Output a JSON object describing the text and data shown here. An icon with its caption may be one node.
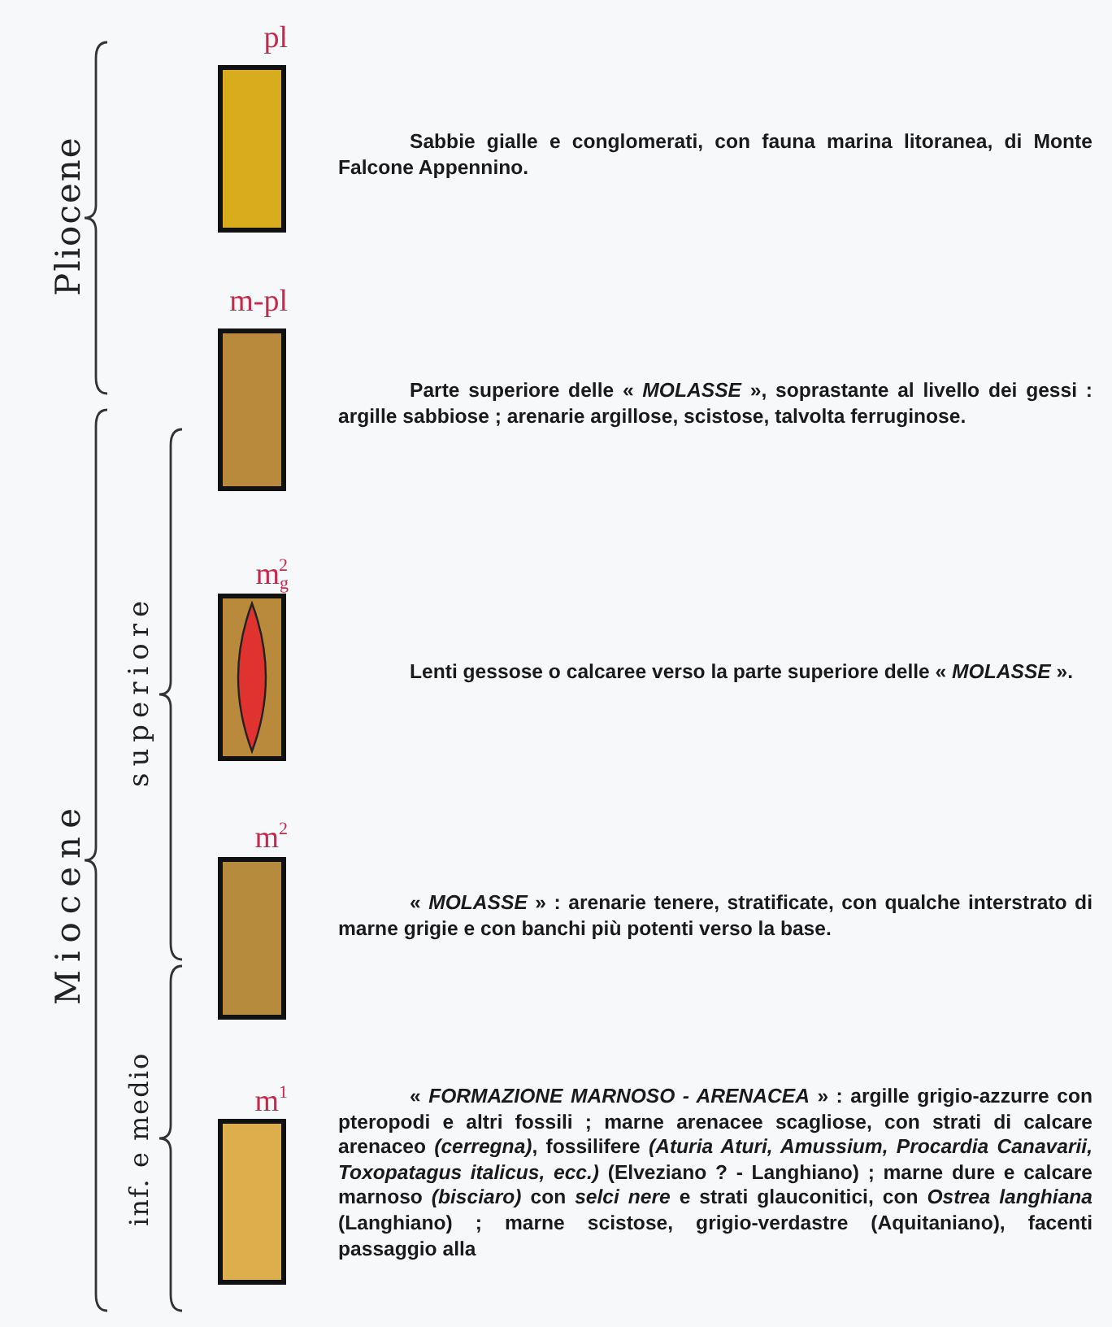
{
  "diagram": {
    "labels": [
      "Pliocene",
      "Miocene",
      "superiore",
      "inf. e medio",
      "pl",
      "m-pl",
      "m$_{g}$$^{2}$",
      "m$^{2}$",
      "m$^{1}$"
    ],
    "legend": [
      {
        "text": "Sabbie gialle e conglomerati, con fauna marina litoranea, di Monte Falcone Appennino.",
        "color": "#d9ac1e"
      },
      {
        "text": "Parte superiore delle « *MOLASSE* », soprastante al livello dei gessi : argille sabbiose ; arenarie argillose, scistose, talvolta ferruginose.",
        "color": "#b98a3c"
      },
      {
        "text": "Lenti gessose o calcaree verso la parte superiore delle « *MOLASSE* »."
      },
      {
        "text": "« *MOLASSE* » : arenarie tenere, stratificate, con qualche interstrato di marne grigie e con banchi più potenti verso la base.",
        "color": "#b78b3e"
      },
      {
        "text": "« *FORMAZIONE MARNOSO - ARENACEA* » : argille grigio-azzurre con pteropodi e altri fossili ; marne arenacee scagliose, con strati di calcare arenaceo *(cerregna)*, fossilifere *(Aturia Aturi, Amussium, Procardia Canavarii, Toxopatagus italicus, ecc.)* (Elveziano ? - Langhiano) ; marne dure e calcare marnoso *(bisciaro)* con *selci nere* e strati glauconitici, con *Ostrea langhiana* (Langhiano) ; marne scistose, grigio-verdastre (Aquitaniano), facenti passaggio alla",
        "color": "#dcae4c"
      }
    ]
  }
}
